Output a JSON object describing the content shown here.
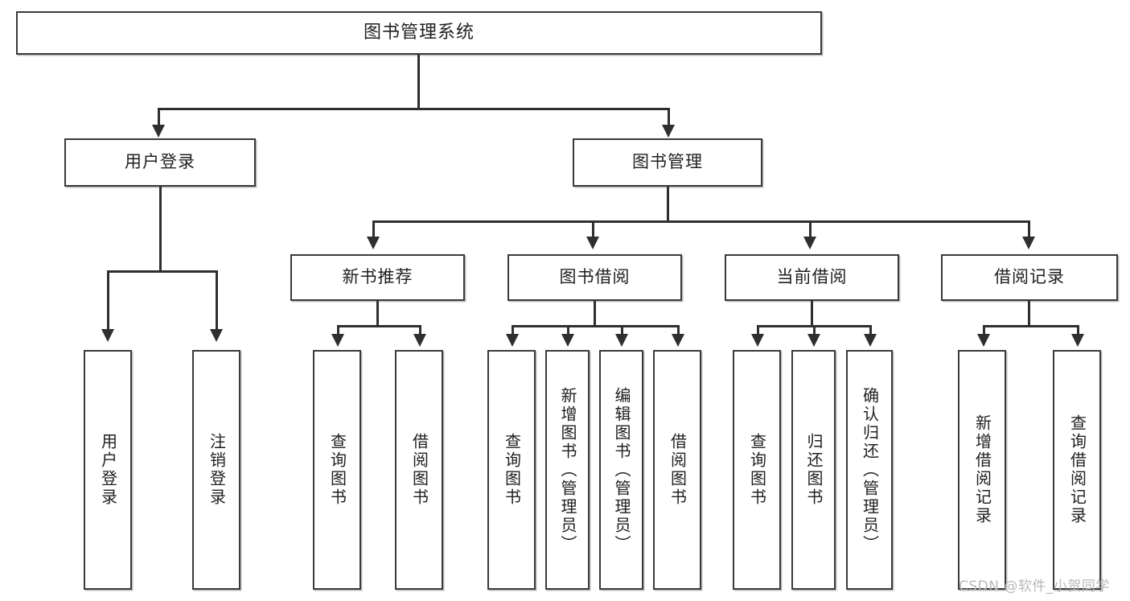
{
  "diagram": {
    "title": "图书管理系统",
    "watermark": "CSDN @软件_小贺同学",
    "colors": {
      "box_border": "#3a3a3a",
      "connector": "#2f2f2f",
      "background": "#ffffff",
      "text": "#1f1f1f",
      "watermark": "#b9b9b9"
    },
    "root": {
      "label": "图书管理系统"
    },
    "level2": [
      {
        "label": "用户登录"
      },
      {
        "label": "图书管理"
      }
    ],
    "level3": [
      {
        "label": "新书推荐"
      },
      {
        "label": "图书借阅"
      },
      {
        "label": "当前借阅"
      },
      {
        "label": "借阅记录"
      }
    ],
    "leaves": {
      "user_login": [
        {
          "label": "用户登录"
        },
        {
          "label": "注销登录"
        }
      ],
      "new_book_recommend": [
        {
          "label": "查询图书"
        },
        {
          "label": "借阅图书"
        }
      ],
      "book_borrow": [
        {
          "label": "查询图书"
        },
        {
          "label": "新增图书（管理员）"
        },
        {
          "label": "编辑图书（管理员）"
        },
        {
          "label": "借阅图书"
        }
      ],
      "current_borrow": [
        {
          "label": "查询图书"
        },
        {
          "label": "归还图书"
        },
        {
          "label": "确认归还（管理员）"
        }
      ],
      "borrow_record": [
        {
          "label": "新增借阅记录"
        },
        {
          "label": "查询借阅记录"
        }
      ]
    }
  }
}
